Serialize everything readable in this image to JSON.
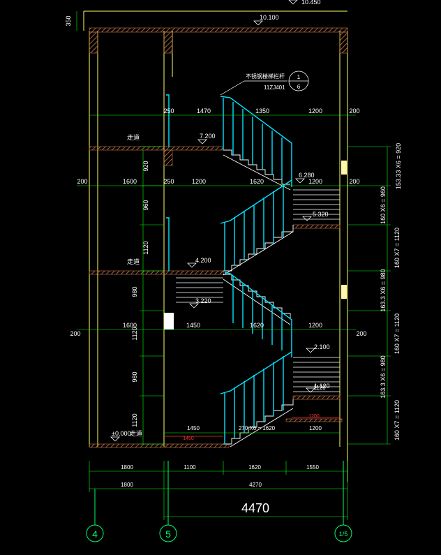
{
  "colors": {
    "background": "#000000",
    "wall": "#ffff66",
    "slab_hatch": "#c8784a",
    "railing": "#00e5ff",
    "dimension": "#00ff00",
    "dim_text": "#ffffff",
    "stair": "#ffffff",
    "grid_line": "#00ff66",
    "accent_red": "#ff3030",
    "landing_light": "#fff6b0"
  },
  "elevations": {
    "top": "10.450",
    "roof": "10.100",
    "level_7200": "7.200",
    "level_6280": "6.280",
    "level_5320": "5.320",
    "level_4200": "4.200",
    "level_3220": "3.220",
    "level_2100": "2.100",
    "level_1120": "1.120",
    "ground": "±0.000"
  },
  "callout": {
    "note": "不锈钢楼梯栏杆",
    "ref": "11ZJ401",
    "number_top": "1",
    "number_bottom": "6"
  },
  "labels": {
    "corridor": "走道"
  },
  "dims_top_row": [
    "250",
    "1470",
    "1350",
    "1200",
    "200"
  ],
  "dims_mid_row": [
    "200",
    "1600",
    "250",
    "1200",
    "1620",
    "1200",
    "200"
  ],
  "dims_low_row": [
    "1600",
    "1450",
    "1620",
    "1200",
    "200"
  ],
  "dims_ground_row": [
    "1450",
    "270 X6 = 1620",
    "1200"
  ],
  "ground_red": [
    "1450",
    "1200"
  ],
  "left_side": {
    "left_200": "200",
    "top_350": "350"
  },
  "left_vertical": [
    "920",
    "960",
    "1120",
    "980",
    "1120",
    "980",
    "1120"
  ],
  "right_vertical": [
    "153.33 X6 = 920",
    "160 X6 = 960",
    "160 X7 = 1120",
    "163.3 X6 = 980",
    "160 X7 = 1120",
    "163.3 X6 = 980",
    "160 X7 = 1120"
  ],
  "bottom_dims_1": [
    "1800",
    "1100",
    "1620",
    "1550"
  ],
  "bottom_dims_2": [
    "1800",
    "4270"
  ],
  "total_width": "4470",
  "landing_1120": "1120",
  "grid_axes": [
    "4",
    "5",
    "1/5"
  ]
}
